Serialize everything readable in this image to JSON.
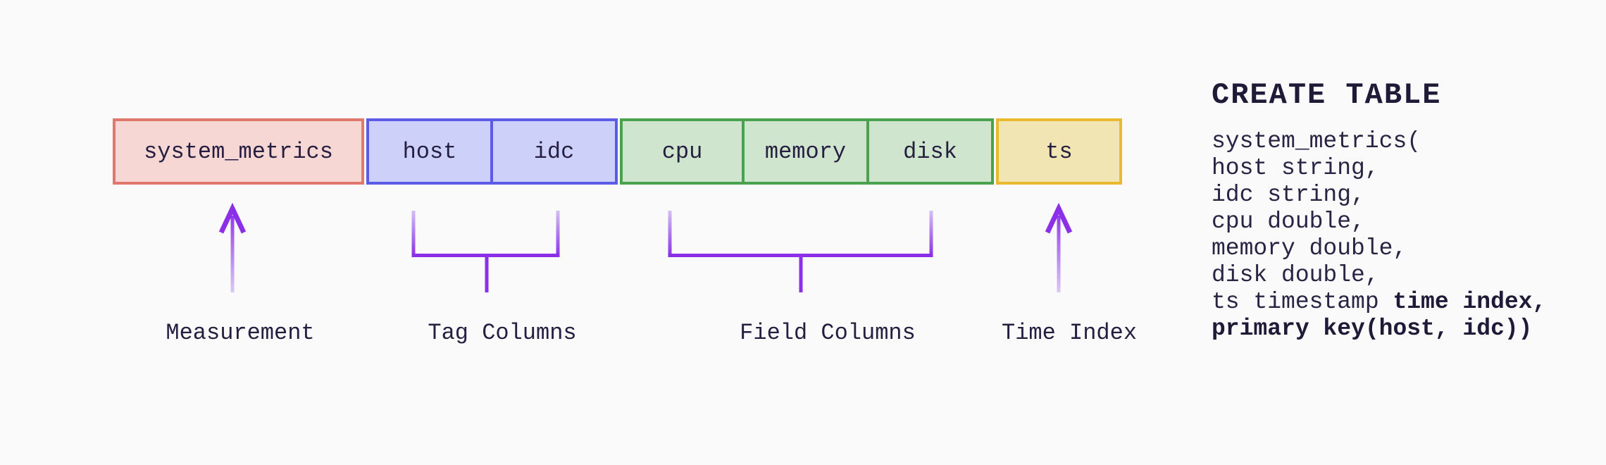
{
  "diagram": {
    "background": "#fafafa",
    "schema_row": {
      "boxes": [
        {
          "label": "system_metrics",
          "category": "measurement"
        },
        {
          "label": "host",
          "category": "tag"
        },
        {
          "label": "idc",
          "category": "tag"
        },
        {
          "label": "cpu",
          "category": "field"
        },
        {
          "label": "memory",
          "category": "field"
        },
        {
          "label": "disk",
          "category": "field"
        },
        {
          "label": "ts",
          "category": "time-index"
        }
      ]
    },
    "annotations": {
      "measurement": "Measurement",
      "tag_columns": "Tag Columns",
      "field_columns": "Field Columns",
      "time_index": "Time Index"
    },
    "sql": {
      "heading": "CREATE TABLE",
      "lines": [
        {
          "plain": "system_metrics(",
          "bold": ""
        },
        {
          "plain": "host string,",
          "bold": ""
        },
        {
          "plain": "idc string,",
          "bold": ""
        },
        {
          "plain": "cpu double,",
          "bold": ""
        },
        {
          "plain": "memory double,",
          "bold": ""
        },
        {
          "plain": "disk double,",
          "bold": ""
        },
        {
          "plain": "ts timestamp ",
          "bold": "time index,"
        },
        {
          "plain": "",
          "bold": "primary key(host, idc))"
        }
      ]
    },
    "colors": {
      "measurement_fill": "#f6d7d4",
      "measurement_border": "#e0786e",
      "tag_fill": "#cdd0f8",
      "tag_border": "#5b5be8",
      "field_fill": "#cfe5cd",
      "field_border": "#4aa24f",
      "time_fill": "#f2e5b4",
      "time_border": "#e9ba30",
      "connector_purple": "#8b2fe8",
      "connector_purple_light": "#dccdf6",
      "text_navy": "#251e41",
      "background": "#fafafa"
    }
  }
}
